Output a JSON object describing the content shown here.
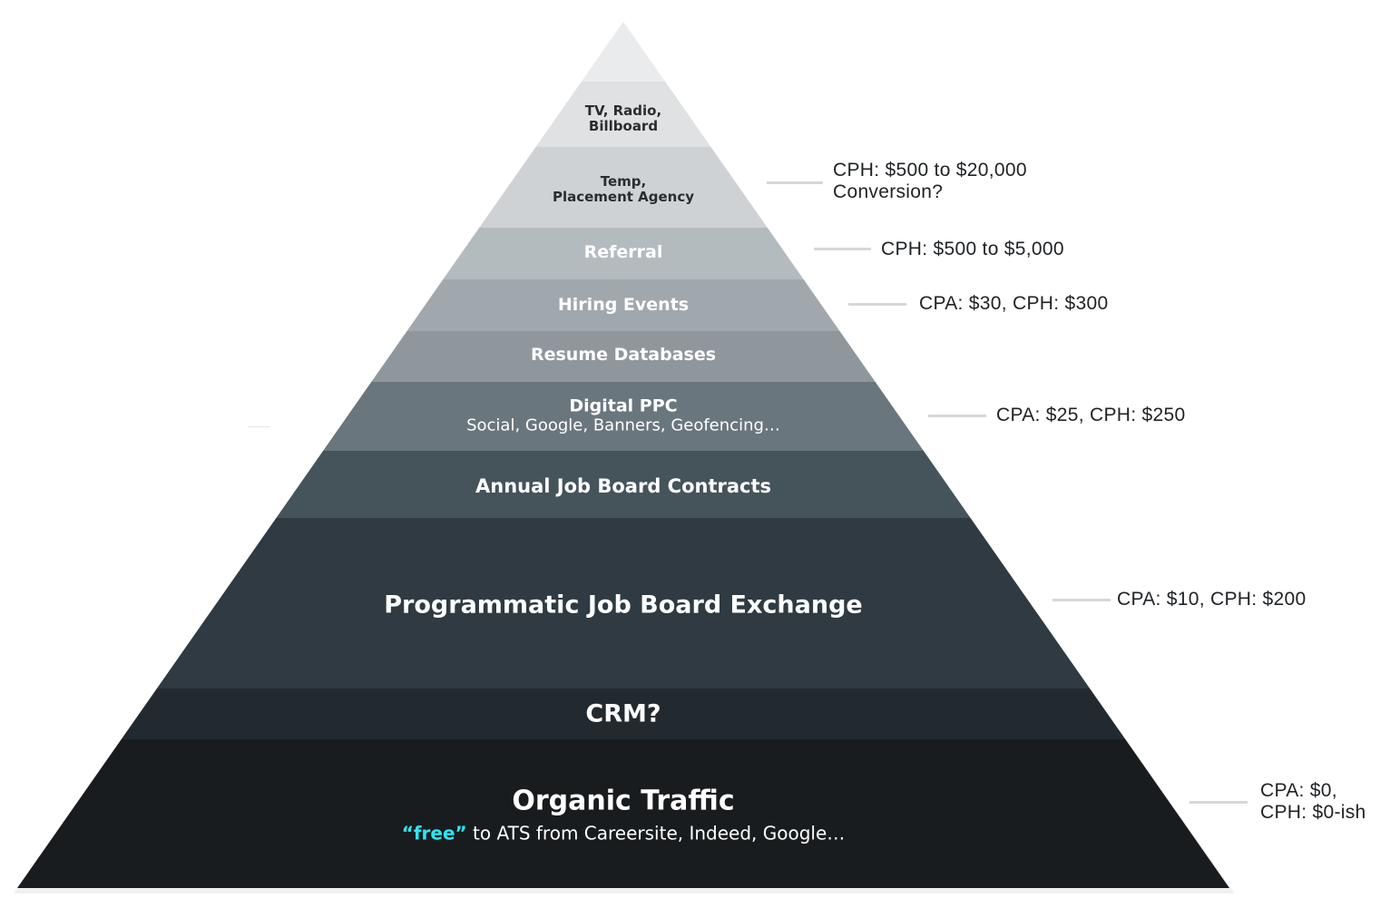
{
  "diagram": {
    "tiers": [
      {
        "id": "apex",
        "color": "#eaebec"
      },
      {
        "id": "tv",
        "lines": [
          "TV, Radio,",
          "Billboard"
        ],
        "color": "#dfe1e2"
      },
      {
        "id": "temp",
        "lines": [
          "Temp,",
          "Placement Agency"
        ],
        "color": "#ced2d4"
      },
      {
        "id": "referral",
        "lines": [
          "Referral"
        ],
        "color": "#b4bbbf"
      },
      {
        "id": "hiring",
        "lines": [
          "Hiring Events"
        ],
        "color": "#a1a8ad"
      },
      {
        "id": "resume",
        "lines": [
          "Resume Databases"
        ],
        "color": "#8f979d"
      },
      {
        "id": "ppc",
        "lines": [
          "Digital PPC"
        ],
        "sub": "Social, Google, Banners, Geofencing…",
        "color": "#6a767d"
      },
      {
        "id": "annual",
        "lines": [
          "Annual Job Board Contracts"
        ],
        "color": "#45535b"
      },
      {
        "id": "programmatic",
        "lines": [
          "Programmatic Job Board Exchange"
        ],
        "color": "#2f3a42"
      },
      {
        "id": "crm",
        "lines": [
          "CRM?"
        ],
        "color": "#232a2f"
      },
      {
        "id": "organic",
        "lines": [
          "Organic Traffic"
        ],
        "sub_highlight": "“free”",
        "sub": " to ATS from Careersite, Indeed, Google…",
        "color": "#181c1f"
      }
    ],
    "annotations": [
      {
        "id": "temp",
        "lines": [
          "CPH: $500 to $20,000",
          "Conversion?"
        ]
      },
      {
        "id": "referral",
        "lines": [
          "CPH: $500 to $5,000"
        ]
      },
      {
        "id": "hiring",
        "lines": [
          "CPA: $30, CPH: $300"
        ]
      },
      {
        "id": "ppc",
        "lines": [
          "CPA: $25, CPH: $250"
        ]
      },
      {
        "id": "programmatic",
        "lines": [
          "CPA: $10, CPH: $200"
        ]
      },
      {
        "id": "organic",
        "lines": [
          "CPA: $0,",
          "CPH: $0-ish"
        ]
      }
    ],
    "colors": {
      "highlight": "#2ee6f2",
      "leader": "#d6d7d8",
      "annotation_text": "#1f2225"
    }
  }
}
